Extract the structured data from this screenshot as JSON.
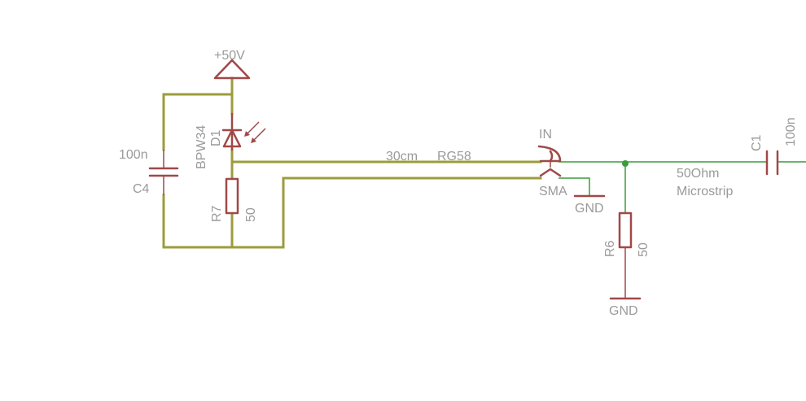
{
  "schematic": {
    "supply": {
      "label": "+50V"
    },
    "photodiode": {
      "name": "D1",
      "value": "BPW34"
    },
    "capacitor_c4": {
      "name": "C4",
      "value": "100n"
    },
    "resistor_r7": {
      "name": "R7",
      "value": "50"
    },
    "cable": {
      "length": "30cm",
      "type": "RG58"
    },
    "connector": {
      "pin_label": "IN",
      "type": "SMA"
    },
    "gnd_connector": {
      "label": "GND"
    },
    "microstrip": {
      "line1": "50Ohm",
      "line2": "Microstrip"
    },
    "resistor_r6": {
      "name": "R6",
      "value": "50"
    },
    "gnd_r6": {
      "label": "GND"
    },
    "capacitor_c1": {
      "name": "C1",
      "value": "100n"
    }
  },
  "colors": {
    "wire_olive": "#9c9c3c",
    "wire_green": "#3c9c3c",
    "symbol": "#a04848",
    "label": "#9a9a9a"
  }
}
